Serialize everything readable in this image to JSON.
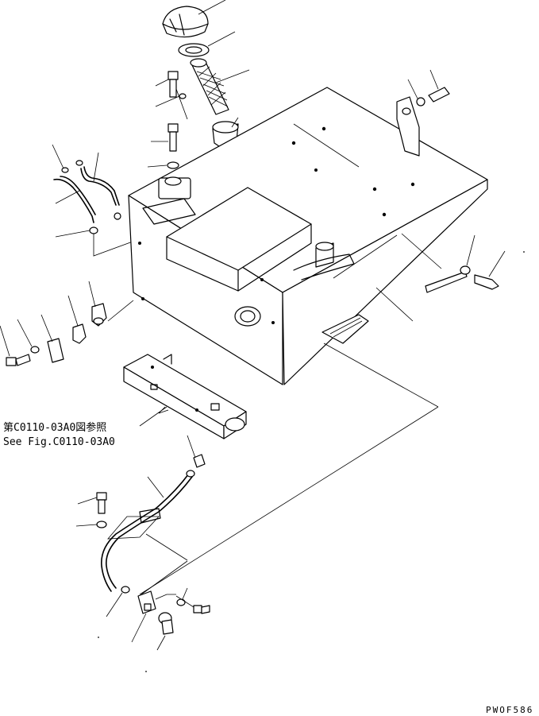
{
  "reference": {
    "japanese": "第C0110-03A0図参照",
    "english": "See Fig.C0110-03A0"
  },
  "drawing_code": "PWOF586"
}
